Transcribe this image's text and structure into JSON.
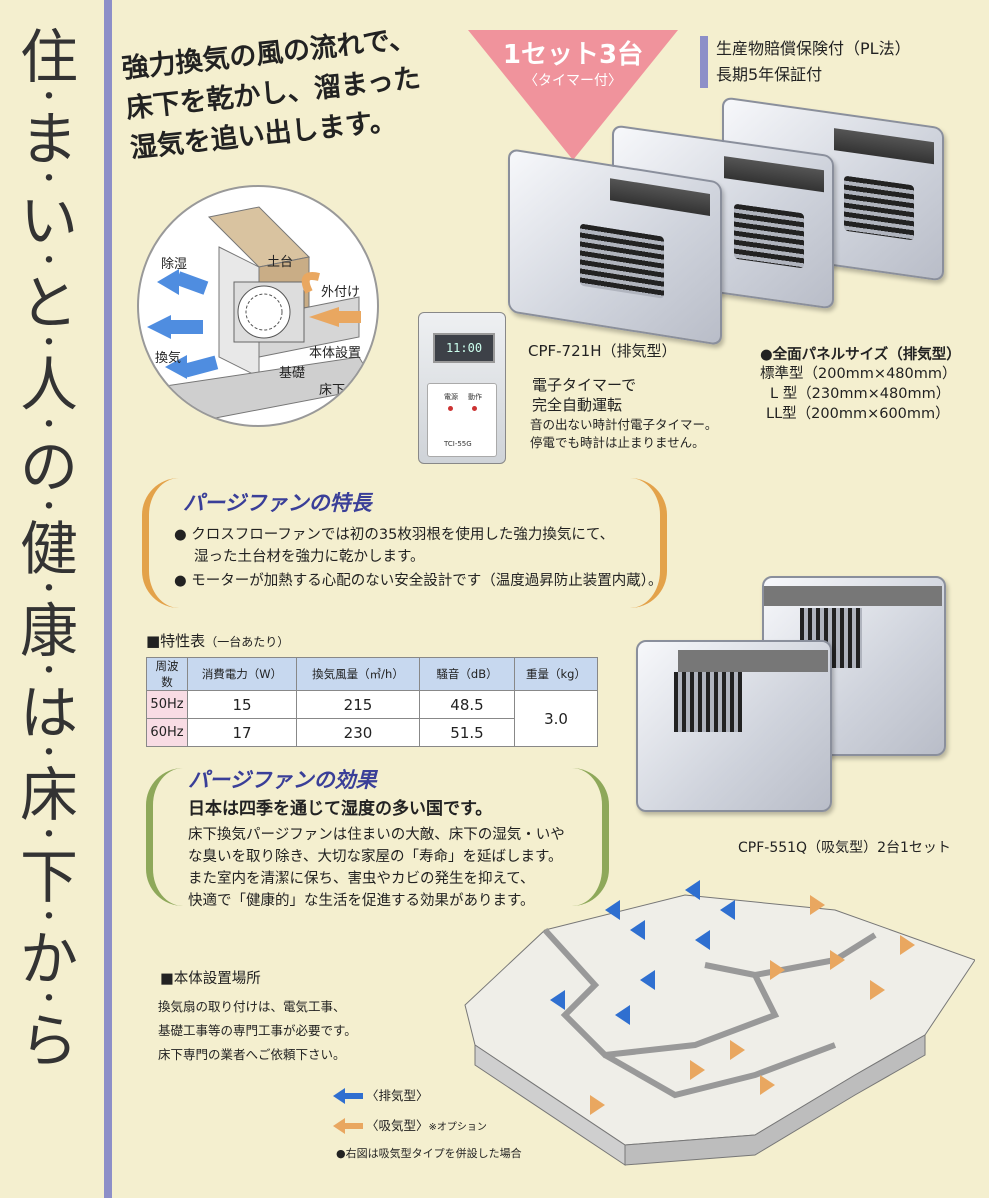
{
  "vertical_title": [
    "住",
    "・",
    "ま",
    "・",
    "い",
    "・",
    "と",
    "・",
    "人",
    "・",
    "の",
    "・",
    "健",
    "・",
    "康",
    "・",
    "は",
    "・",
    "床",
    "・",
    "下",
    "・",
    "か",
    "・",
    "ら"
  ],
  "headline": [
    "強力換気の風の流れで、",
    "床下を乾かし、溜まった",
    "湿気を追い出します。"
  ],
  "badge": {
    "line1": "1セット3台",
    "line2": "〈タイマー付〉"
  },
  "warranty": [
    "生産物賠償保険付（PL法）",
    "長期5年保証付"
  ],
  "diagram": {
    "labels": {
      "dehumid": "除湿",
      "ventilation": "換気",
      "sill": "土台",
      "external": "外付け",
      "body_install": "本体設置",
      "foundation": "基礎",
      "under_floor": "床下"
    }
  },
  "timer_device": {
    "display": "11:00",
    "label": "TCI-55G",
    "led1": "電源",
    "led2": "動作"
  },
  "product_exhaust": {
    "model": "CPF-721H（排気型）",
    "desc1": "電子タイマーで",
    "desc2": "完全自動運転",
    "note1": "音の出ない時計付電子タイマー。",
    "note2": "停電でも時計は止まりません。"
  },
  "panel_sizes": {
    "title": "●全面パネルサイズ（排気型）",
    "rows": [
      "標準型（200mm×480mm）",
      "L 型（230mm×480mm）",
      "LL型（200mm×600mm）"
    ]
  },
  "features": {
    "heading": "パージファンの特長",
    "items": [
      "● クロスフローファンでは初の35枚羽根を使用した強力換気にて、",
      "湿った土台材を強力に乾かします。",
      "● モーターが加熱する心配のない安全設計です（温度過昇防止装置内蔵）。"
    ]
  },
  "spec": {
    "title": "■特性表",
    "subtitle": "（一台あたり）",
    "headers": [
      "周波数",
      "消費電力（W）",
      "換気風量（㎥/h）",
      "騒音（dB）",
      "重量（kg）"
    ],
    "rows": [
      [
        "50Hz",
        "15",
        "215",
        "48.5"
      ],
      [
        "60Hz",
        "17",
        "230",
        "51.5"
      ]
    ],
    "weight": "3.0"
  },
  "product_intake": {
    "model": "CPF-551Q（吸気型）2台1セット"
  },
  "effects": {
    "heading": "パージファンの効果",
    "lead": "日本は四季を通じて湿度の多い国です。",
    "lines": [
      "床下換気パージファンは住まいの大敵、床下の湿気・いや",
      "な臭いを取り除き、大切な家屋の「寿命」を延ばします。",
      "また室内を清潔に保ち、害虫やカビの発生を抑えて、",
      "快適で「健康的」な生活を促進する効果があります。"
    ]
  },
  "install": {
    "title": "■本体設置場所",
    "lines": [
      "換気扇の取り付けは、電気工事、",
      "基礎工事等の専門工事が必要です。",
      "床下専門の業者へご依頼下さい。"
    ]
  },
  "legend": {
    "exhaust": "〈排気型〉",
    "intake": "〈吸気型〉",
    "option": "※オプション",
    "note": "●右図は吸気型タイプを併設した場合"
  },
  "colors": {
    "accent": "#8d8fc8",
    "badge": "#f0939c",
    "heading": "#3a3f98",
    "exhaust_arrow": "#2f6fd0",
    "intake_arrow": "#e9a760",
    "bracket_orange": "#e3a24a",
    "bracket_green": "#8ea85a"
  }
}
